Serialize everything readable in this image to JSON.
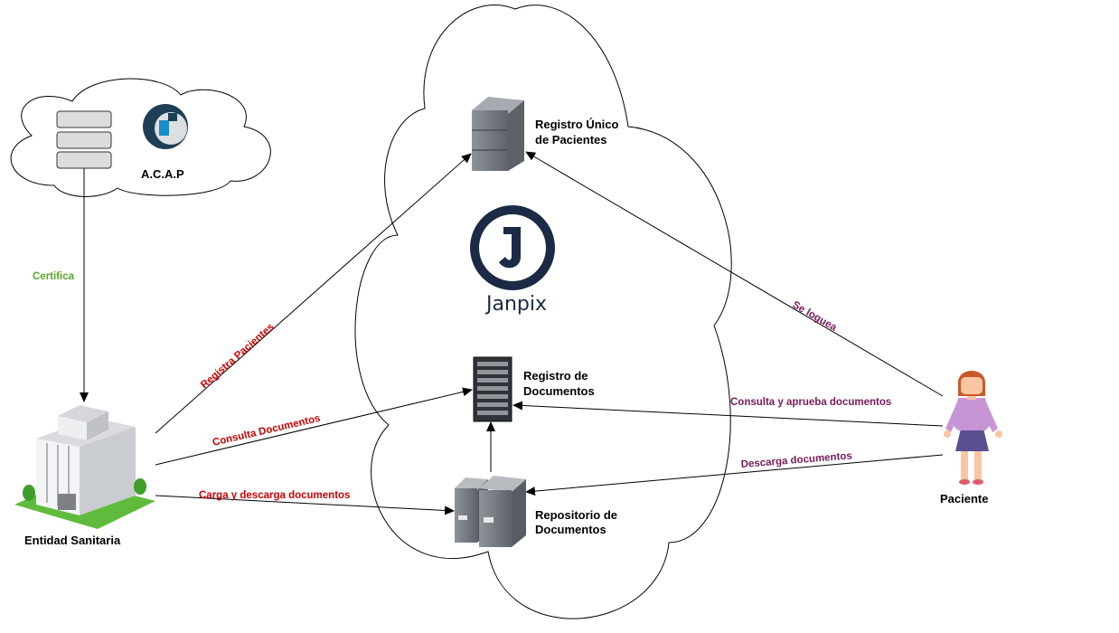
{
  "nodes": {
    "acap": "A.C.A.P",
    "registro_unico_line1": "Registro Único",
    "registro_unico_line2": "de Pacientes",
    "janpix": "Janpix",
    "registro_docs_line1": "Registro de",
    "registro_docs_line2": "Documentos",
    "repositorio_line1": "Repositorio de",
    "repositorio_line2": "Documentos",
    "entidad": "Entidad Sanitaria",
    "paciente": "Paciente"
  },
  "edges": {
    "certifica": "Certifica",
    "registra_pacientes": "Registra Pacientes",
    "consulta_documentos": "Consulta Documentos",
    "carga_descarga": "Carga y descarga documentos",
    "se_loguea": "Se loguea",
    "consulta_aprueba": "Consulta y aprueba documentos",
    "descarga_documentos": "Descarga documentos"
  },
  "colors": {
    "entidad_edges": "#cc0000",
    "paciente_edges": "#7a1a5c",
    "certifica": "#5aa52b",
    "janpix_brand": "#1b2a45"
  },
  "icons": {
    "acap_server": "server-stack-icon",
    "acap_logo": "acap-logo-icon",
    "registro_unico": "server-tower-icon",
    "janpix_logo": "janpix-logo-icon",
    "registro_docs": "rack-server-icon",
    "repositorio": "twin-server-icon",
    "entidad": "building-icon",
    "paciente": "person-icon"
  }
}
